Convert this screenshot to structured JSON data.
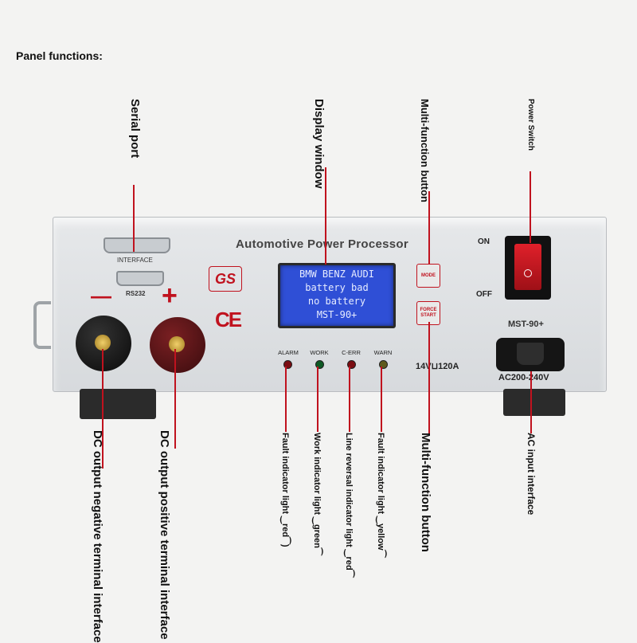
{
  "heading": "Panel functions:",
  "device": {
    "brand": "Automotive Power Processor",
    "interface_label": "INTERFACE",
    "rs232_label": "RS232",
    "minus_sign": "—",
    "plus_sign": "+",
    "gs_logo": "GS",
    "ce_mark": "CE",
    "lcd_lines": [
      "BMW BENZ AUDI",
      "battery bad",
      "no battery",
      "MST-90+"
    ],
    "mode_button": "MODE",
    "force_button": "FORCE START",
    "indicators": [
      {
        "label": "ALARM",
        "color": "#c0121e"
      },
      {
        "label": "WORK",
        "color": "#1f8a3a"
      },
      {
        "label": "C-ERR",
        "color": "#c0121e"
      },
      {
        "label": "WARN",
        "color": "#c9b21a"
      }
    ],
    "rating": "14V⊔120A",
    "switch_on": "ON",
    "switch_off": "OFF",
    "model": "MST-90+",
    "ac_range": "AC200-240V"
  },
  "callouts": {
    "serial_port": "Serial port",
    "display_window": "Display window",
    "multi_function_top": "Multi-function button",
    "power_switch": "Power Switch",
    "dc_negative": "DC output negative terminal interface",
    "dc_positive": "DC output positive terminal interface",
    "fault_red": "Fault indicator light ‿red⁀)",
    "work_green": "Work indicator light ‿green⁀",
    "line_reversal": "Line reversal indicator light ‿red⁀",
    "fault_yellow": "Fault indicator light ‿yellow⁀",
    "multi_function_bottom": "Multi-function button",
    "ac_input": "AC input interface"
  }
}
